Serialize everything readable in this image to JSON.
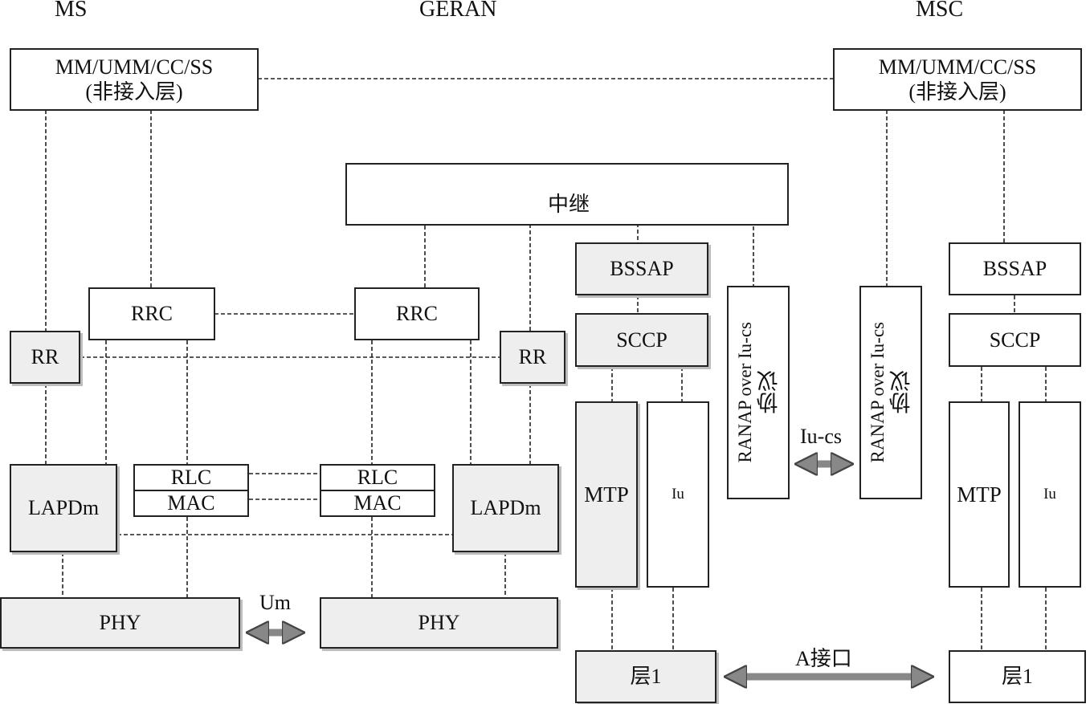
{
  "headers": {
    "ms": "MS",
    "geran": "GERAN",
    "msc": "MSC"
  },
  "ms": {
    "nas_line1": "MM/UMM/CC/SS",
    "nas_line2": "(非接入层)",
    "rrc": "RRC",
    "rr": "RR",
    "lapdm": "LAPDm",
    "rlc": "RLC",
    "mac": "MAC",
    "phy": "PHY"
  },
  "geran": {
    "relay": "中继",
    "rrc": "RRC",
    "rr": "RR",
    "lapdm": "LAPDm",
    "rlc": "RLC",
    "mac": "MAC",
    "phy": "PHY",
    "bssap": "BSSAP",
    "sccp": "SCCP",
    "mtp": "MTP",
    "iu": "Iu",
    "layer1": "层1",
    "ranap_line1": "RANAP over Iu-cs",
    "ranap_line2": "协议"
  },
  "msc": {
    "nas_line1": "MM/UMM/CC/SS",
    "nas_line2": "(非接入层)",
    "bssap": "BSSAP",
    "sccp": "SCCP",
    "mtp": "MTP",
    "iu": "Iu",
    "layer1": "层1",
    "ranap_line1": "RANAP over Iu-cs",
    "ranap_line2": "协议"
  },
  "interfaces": {
    "um": "Um",
    "iu_cs": "Iu-cs",
    "a": "A接口"
  },
  "colors": {
    "shaded_fill": "#eeeeee",
    "arrow_fill": "#888888",
    "line": "#222222"
  }
}
